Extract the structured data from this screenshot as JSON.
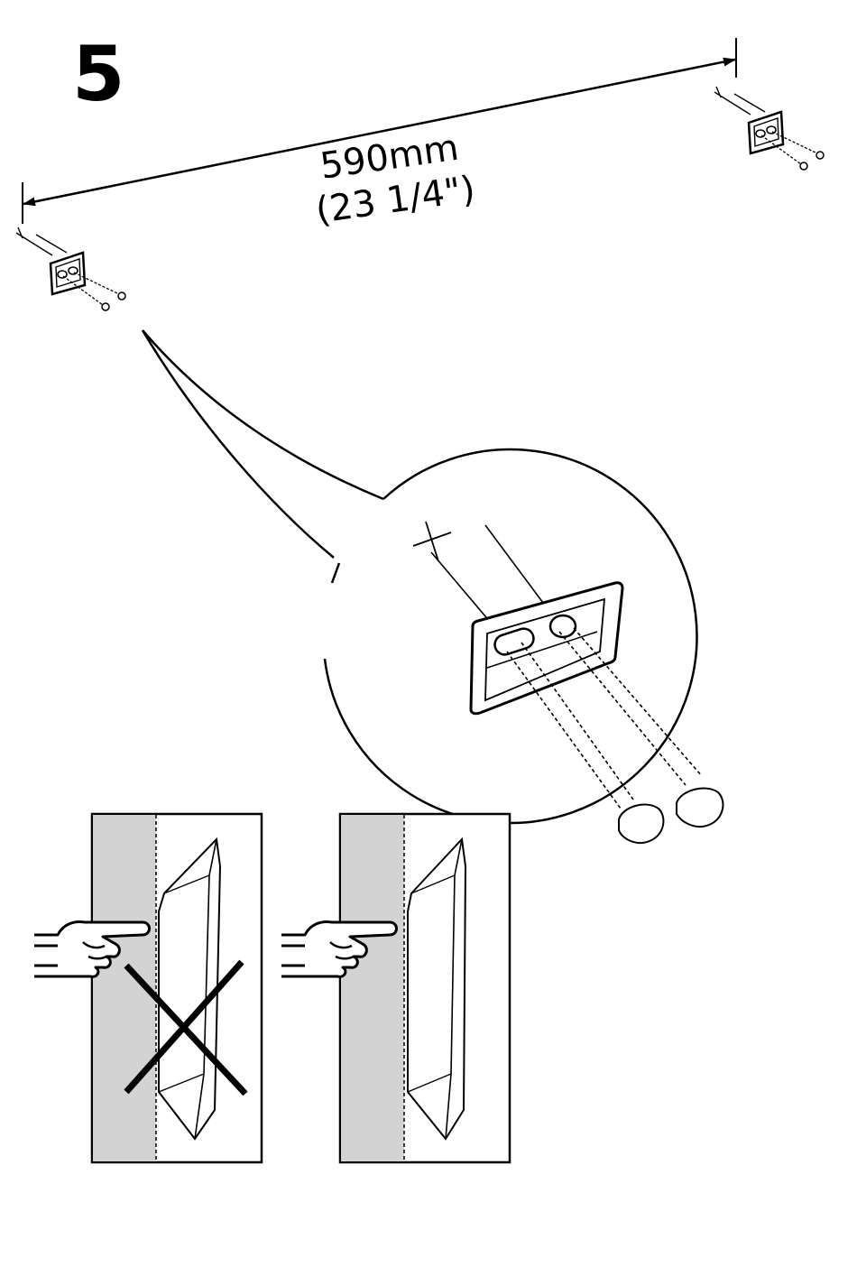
{
  "step": {
    "number": "5"
  },
  "dimension": {
    "metric": "590mm",
    "imperial": "(23 1/4\")"
  },
  "colors": {
    "ink": "#000000",
    "wall_shade": "#d3d3d3",
    "paper": "#ffffff"
  },
  "panels": [
    {
      "status": "incorrect",
      "icon": "cross-mark-icon"
    },
    {
      "status": "correct",
      "icon": "pointing-hand-icon"
    }
  ]
}
